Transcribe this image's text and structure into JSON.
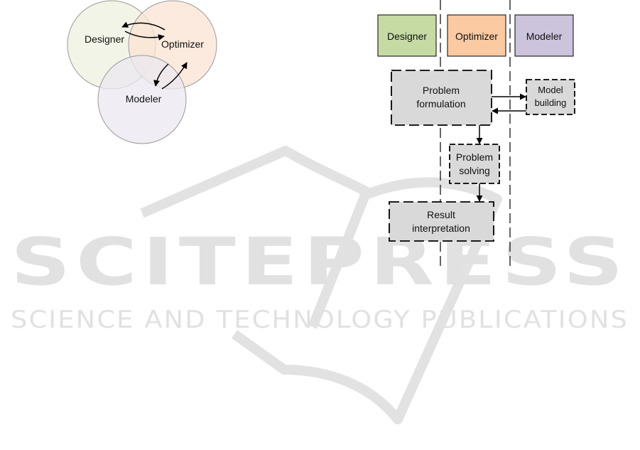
{
  "watermark": {
    "brand": "SCITEPRESS",
    "tagline": "SCIENCE AND TECHNOLOGY PUBLICATIONS"
  },
  "venn": {
    "designer_label": "Designer",
    "optimizer_label": "Optimizer",
    "modeler_label": "Modeler",
    "colors": {
      "designer": "#eef2e2",
      "optimizer": "#fbe3d3",
      "modeler": "#ebe8f0"
    }
  },
  "swimlanes": {
    "designer": {
      "label": "Designer",
      "color": "#c6dba4"
    },
    "optimizer": {
      "label": "Optimizer",
      "color": "#fbc9a2"
    },
    "modeler": {
      "label": "Modeler",
      "color": "#ccc3dd"
    }
  },
  "process": {
    "formulation": {
      "line1": "Problem",
      "line2": "formulation"
    },
    "model_building": {
      "line1": "Model",
      "line2": "building"
    },
    "solving": {
      "line1": "Problem",
      "line2": "solving"
    },
    "interpretation": {
      "line1": "Result",
      "line2": "interpretation"
    },
    "box_fill": "#d9d9d9"
  }
}
